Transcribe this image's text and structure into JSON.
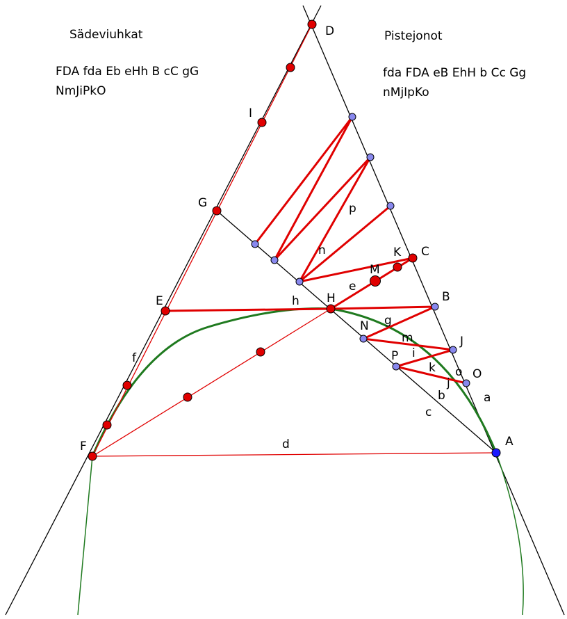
{
  "left_panel": {
    "title": "Sädeviuhkat",
    "line1": "FDA fda Eb eHh B cC gG",
    "line2": "NmJiPkO"
  },
  "right_panel": {
    "title": "Pistejonot",
    "line1": "fda FDA eB EhH b Cc Gg",
    "line2": "nMjIpKo"
  },
  "points": {
    "A": "A",
    "B": "B",
    "C": "C",
    "D": "D",
    "E": "E",
    "F": "F",
    "G": "G",
    "H": "H",
    "I": "I",
    "J": "J",
    "K": "K",
    "M": "M",
    "N": "N",
    "O": "O",
    "P": "P"
  },
  "segments": {
    "a": "a",
    "b": "b",
    "c": "c",
    "d": "d",
    "e": "e",
    "f": "f",
    "g": "g",
    "h": "h",
    "i": "i",
    "j": "j",
    "k": "k",
    "m": "m",
    "n": "n",
    "o": "o",
    "p": "p"
  },
  "colors": {
    "red": "#e00000",
    "point_red": "#e00000",
    "point_blue": "#8888ee",
    "point_A": "#1a1aff",
    "conic": "#1f7a1f",
    "black": "#000000"
  }
}
